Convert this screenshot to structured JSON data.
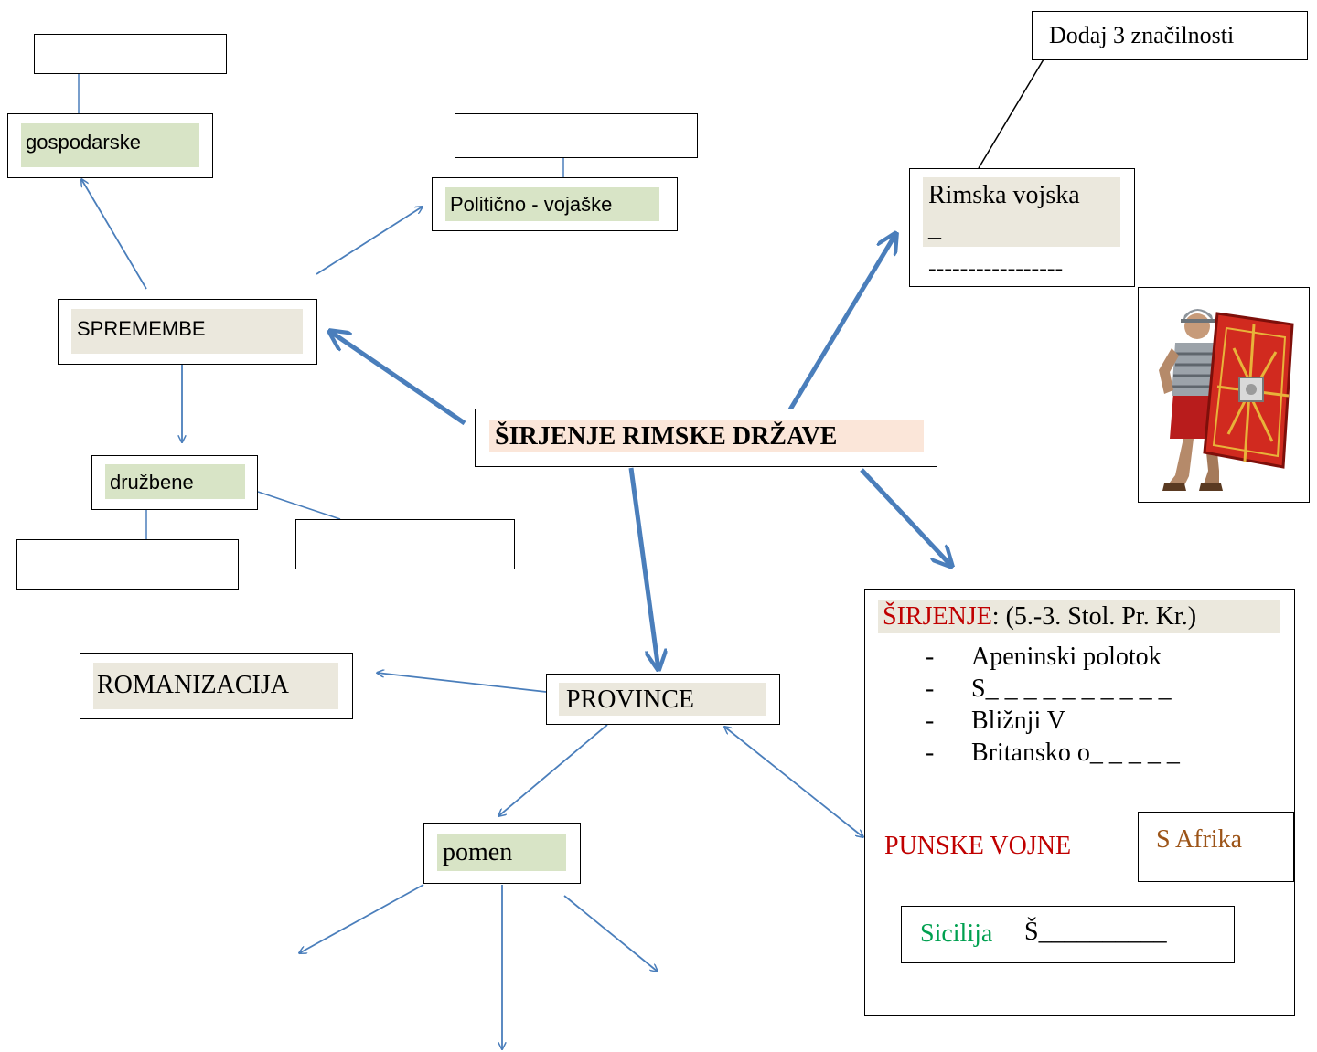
{
  "colors": {
    "arrow_blue": "#4a7ebb",
    "label_green_bg": "#d8e4c6",
    "label_grey_bg": "#ebe8dd",
    "title_bg": "#fbe6d9",
    "dark_red": "#c00000",
    "green_text": "#00a050",
    "brown_text": "#9c5418"
  },
  "center": {
    "title": "ŠIRJENJE RIMSKE DRŽAVE"
  },
  "changes": {
    "label": "SPREMEMBE",
    "economic": "gospodarske",
    "political": "Politično - vojaške",
    "social": "družbene"
  },
  "army": {
    "callout": "Dodaj 3 značilnosti",
    "label": "Rimska vojska",
    "line1": "_",
    "line2": "-----------------",
    "image_icon": "roman-legionary-with-scutum"
  },
  "provinces": {
    "label": "PROVINCE",
    "romanization": "ROMANIZACIJA",
    "meaning": "pomen"
  },
  "expansion": {
    "heading_red": "ŠIRJENJE",
    "heading_rest": ": (5.-3. Stol. Pr. Kr.)",
    "items": [
      {
        "dash": "-",
        "text": "Apeninski polotok"
      },
      {
        "dash": "-",
        "text": "S_ _ _ _ _ _ _ _ _ _"
      },
      {
        "dash": "-",
        "text": "Bližnji V"
      },
      {
        "dash": "-",
        "text": "Britansko o_ _ _ _ _"
      }
    ],
    "punic_wars": "PUNSKE VOJNE",
    "north_africa": "S Afrika",
    "sicily": "Sicilija",
    "sicily_blank": "Š__________"
  }
}
